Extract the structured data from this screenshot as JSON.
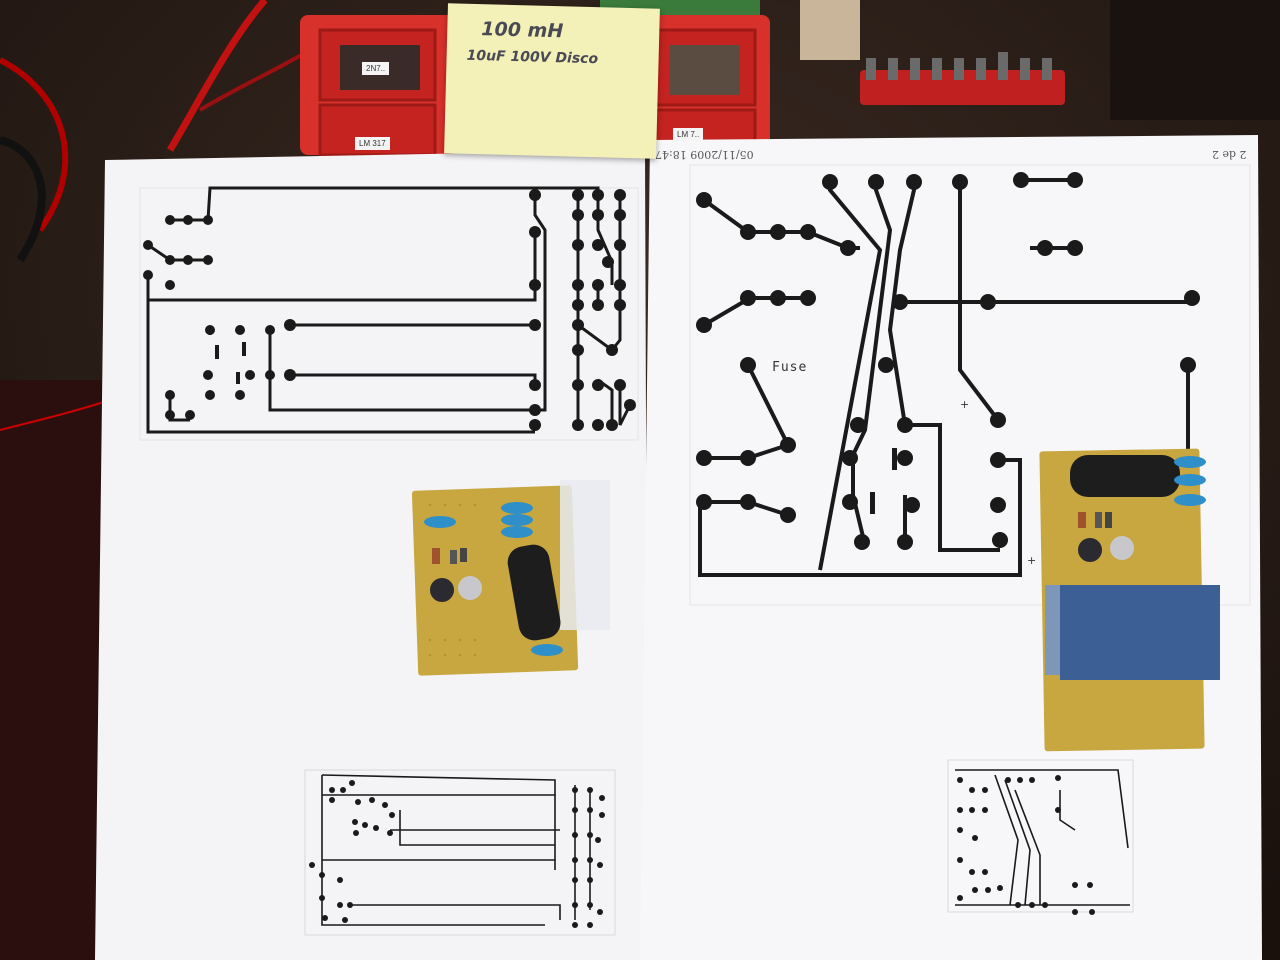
{
  "sticky_note": {
    "line1": "100 mH",
    "line2": "10uF 100V Disco"
  },
  "storage_box_labels": [
    "2N7..",
    "LM 317",
    "LM 7.."
  ],
  "right_sheet": {
    "fuse_label": "Fuse",
    "date_stamp": "05/11/2009 18:47",
    "page_number": "2 de 2"
  },
  "colors": {
    "background": "#2a1c16",
    "paper": "#f6f6f8",
    "trace": "#1a1a1a",
    "perfboard": "#c8a640",
    "storage_box": "#d8302a",
    "sticky_note": "#f3f0b8"
  }
}
